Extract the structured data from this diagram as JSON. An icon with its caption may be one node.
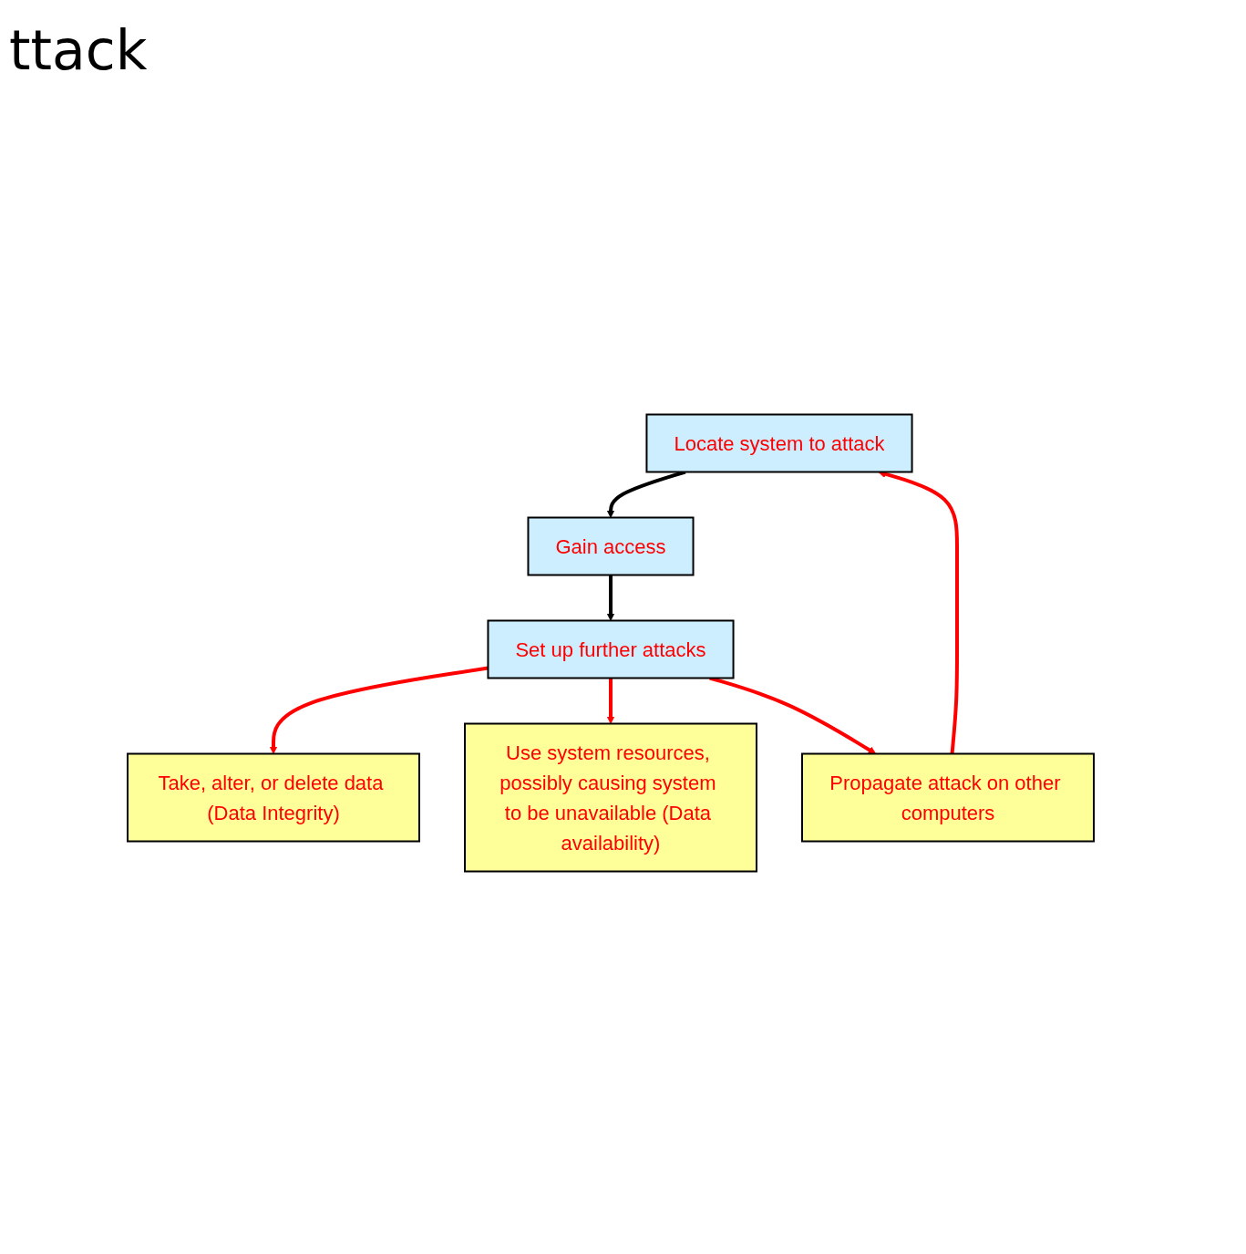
{
  "diagram": {
    "title": "ttack",
    "nodes": [
      {
        "text": [
          "Locate system to attack"
        ]
      },
      {
        "text": [
          "Gain access"
        ]
      },
      {
        "text": [
          "Set up further attacks"
        ]
      },
      {
        "text": [
          "Take, alter, or delete data (Data Integrity)"
        ]
      },
      {
        "text": [
          "Use system resources, possibly causing system to be unavailable (Data availability)"
        ]
      },
      {
        "text": [
          "Propagate attack on other computers"
        ]
      }
    ],
    "edges": [
      {
        "from": 0,
        "to": 1,
        "arrow": "to",
        "color": "#000000"
      },
      {
        "from": 1,
        "to": 2,
        "arrow": "to",
        "color": "#000000"
      },
      {
        "from": 2,
        "to": 3,
        "arrow": "to"
      },
      {
        "from": 2,
        "to": 4,
        "arrow": "to"
      },
      {
        "from": 2,
        "to": 5,
        "arrow": "to"
      },
      {
        "from": 5,
        "to": 0,
        "arrow": "to"
      }
    ]
  }
}
